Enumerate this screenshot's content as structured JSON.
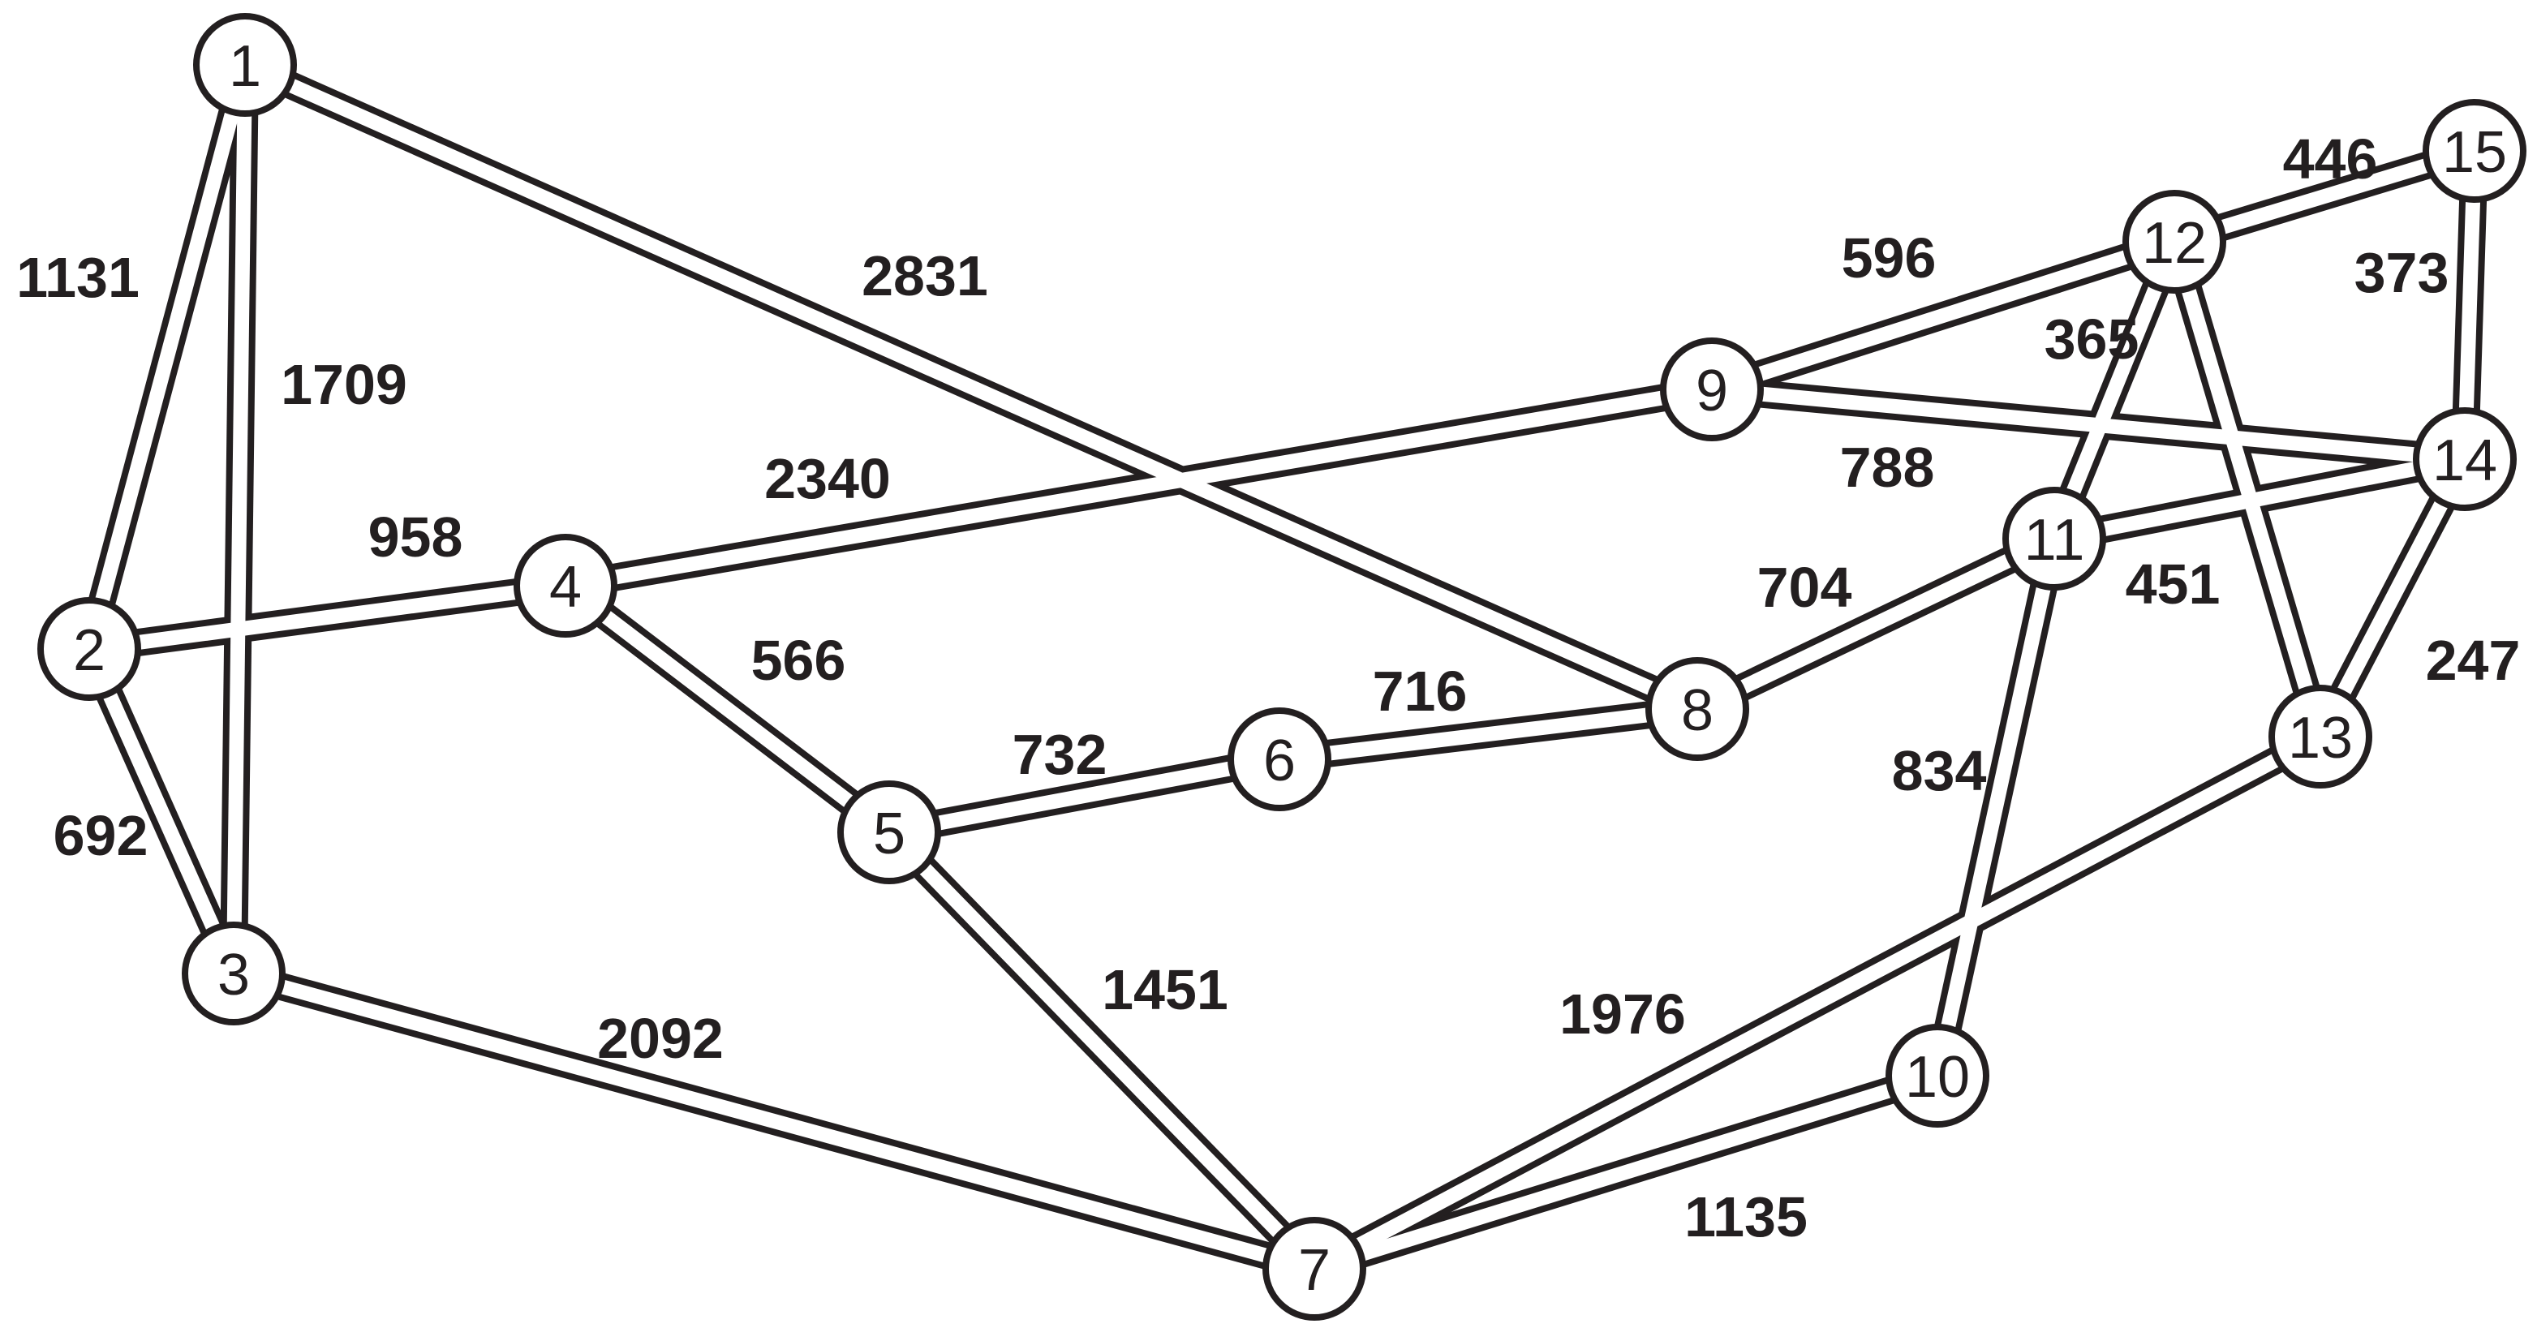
{
  "colors": {
    "ink": "#231f20",
    "background": "#ffffff"
  },
  "nodes": [
    {
      "id": "1",
      "label": "1"
    },
    {
      "id": "2",
      "label": "2"
    },
    {
      "id": "3",
      "label": "3"
    },
    {
      "id": "4",
      "label": "4"
    },
    {
      "id": "5",
      "label": "5"
    },
    {
      "id": "6",
      "label": "6"
    },
    {
      "id": "7",
      "label": "7"
    },
    {
      "id": "8",
      "label": "8"
    },
    {
      "id": "9",
      "label": "9"
    },
    {
      "id": "10",
      "label": "10"
    },
    {
      "id": "11",
      "label": "11"
    },
    {
      "id": "12",
      "label": "12"
    },
    {
      "id": "13",
      "label": "13"
    },
    {
      "id": "14",
      "label": "14"
    },
    {
      "id": "15",
      "label": "15"
    }
  ],
  "edges": [
    {
      "from": "1",
      "to": "2",
      "weight": "1131"
    },
    {
      "from": "1",
      "to": "3",
      "weight": "1709"
    },
    {
      "from": "1",
      "to": "8",
      "weight": "2831"
    },
    {
      "from": "2",
      "to": "3",
      "weight": "692"
    },
    {
      "from": "2",
      "to": "4",
      "weight": "958"
    },
    {
      "from": "3",
      "to": "7",
      "weight": "2092"
    },
    {
      "from": "4",
      "to": "5",
      "weight": "566"
    },
    {
      "from": "4",
      "to": "9",
      "weight": "2340"
    },
    {
      "from": "5",
      "to": "6",
      "weight": "732"
    },
    {
      "from": "5",
      "to": "7",
      "weight": "1451"
    },
    {
      "from": "6",
      "to": "8",
      "weight": "716"
    },
    {
      "from": "7",
      "to": "10",
      "weight": "1135"
    },
    {
      "from": "7",
      "to": "13",
      "weight": "1976"
    },
    {
      "from": "8",
      "to": "11",
      "weight": "704"
    },
    {
      "from": "9",
      "to": "12",
      "weight": "596"
    },
    {
      "from": "9",
      "to": "14",
      "weight": "788"
    },
    {
      "from": "10",
      "to": "11",
      "weight": "834"
    },
    {
      "from": "11",
      "to": "12",
      "weight": "365"
    },
    {
      "from": "11",
      "to": "14",
      "weight": "451"
    },
    {
      "from": "12",
      "to": "13",
      "weight": ""
    },
    {
      "from": "12",
      "to": "15",
      "weight": "446"
    },
    {
      "from": "13",
      "to": "14",
      "weight": "247"
    },
    {
      "from": "14",
      "to": "15",
      "weight": "373"
    }
  ]
}
